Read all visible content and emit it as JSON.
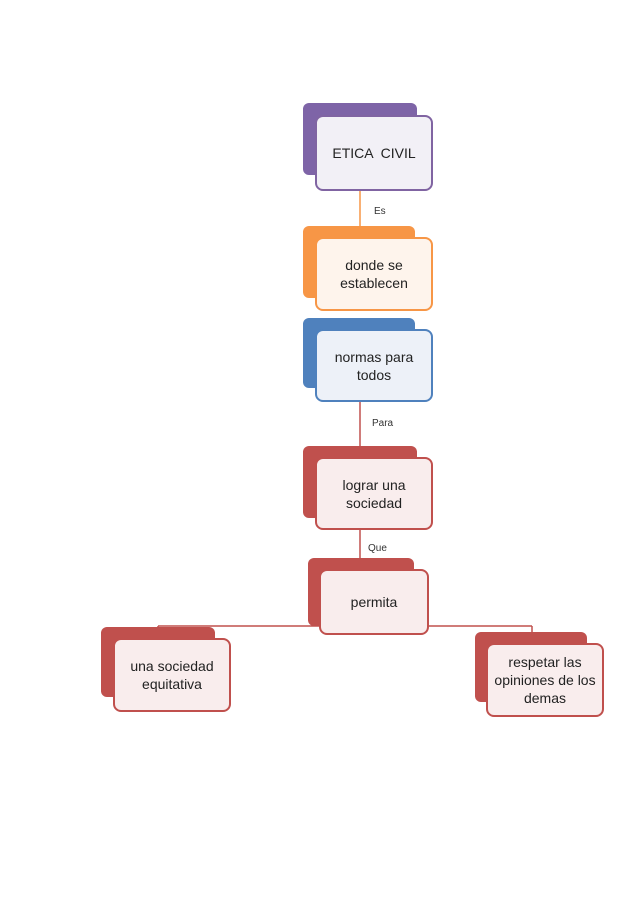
{
  "colors": {
    "purple_back": "#7E64A7",
    "purple_border": "#8064A2",
    "purple_fill": "#F2F0F6",
    "orange_back": "#F79646",
    "orange_border": "#F79646",
    "orange_fill": "#FEF4EC",
    "blue_back": "#4F81BD",
    "blue_border": "#4F81BD",
    "blue_fill": "#EDF1F8",
    "red_back": "#C0504D",
    "red_border": "#C0504D",
    "red_fill": "#F9EDED"
  },
  "nodes": {
    "etica_civil": {
      "label": "ETICA  CIVIL"
    },
    "donde_se_establecen": {
      "label": "donde se establecen"
    },
    "normas_para_todos": {
      "label": "normas para todos"
    },
    "lograr_una_sociedad": {
      "label": "lograr una sociedad"
    },
    "permita": {
      "label": "permita"
    },
    "una_sociedad_equitativa": {
      "label": "una sociedad equitativa"
    },
    "respetar_las_opiniones": {
      "label": "respetar las opiniones de los demas"
    }
  },
  "connectors": {
    "es": "Es",
    "para": "Para",
    "que": "Que"
  }
}
